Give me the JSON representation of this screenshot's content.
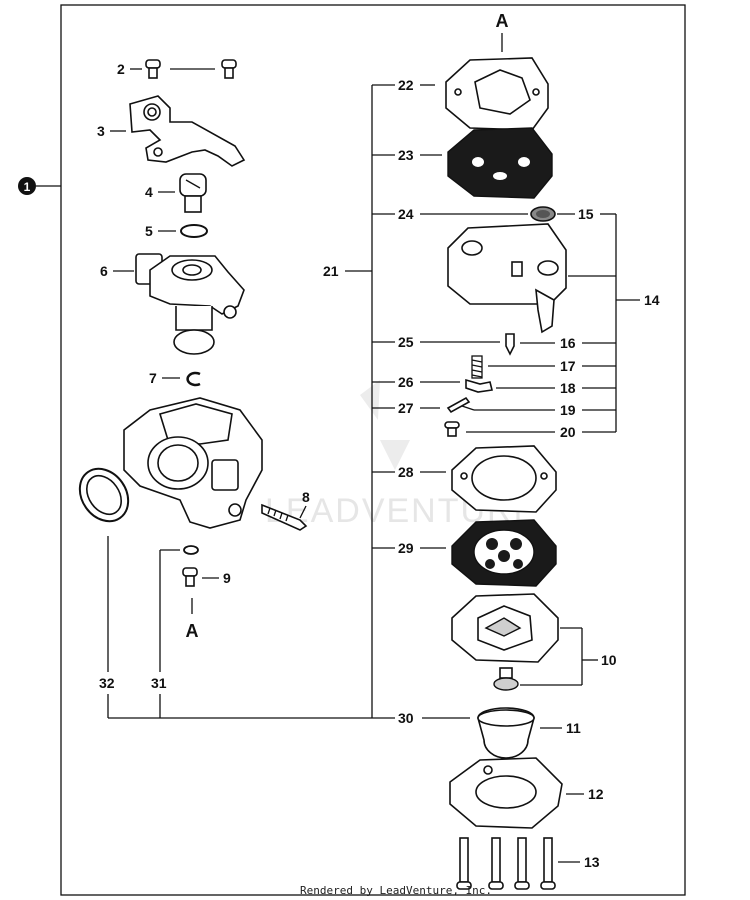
{
  "ref_top": "A",
  "ref_bottom": "A",
  "callout_main": "1",
  "watermark": "LEADVENTURE",
  "credit": "Rendered by LeadVenture, Inc.",
  "labels": {
    "p2": "2",
    "p3": "3",
    "p4": "4",
    "p5": "5",
    "p6": "6",
    "p7": "7",
    "p8": "8",
    "p9": "9",
    "p10": "10",
    "p11": "11",
    "p12": "12",
    "p13": "13",
    "p14": "14",
    "p15": "15",
    "p16": "16",
    "p17": "17",
    "p18": "18",
    "p19": "19",
    "p20": "20",
    "p21": "21",
    "p22": "22",
    "p23": "23",
    "p24": "24",
    "p25": "25",
    "p26": "26",
    "p27": "27",
    "p28": "28",
    "p29": "29",
    "p30": "30",
    "p31": "31",
    "p32": "32"
  }
}
